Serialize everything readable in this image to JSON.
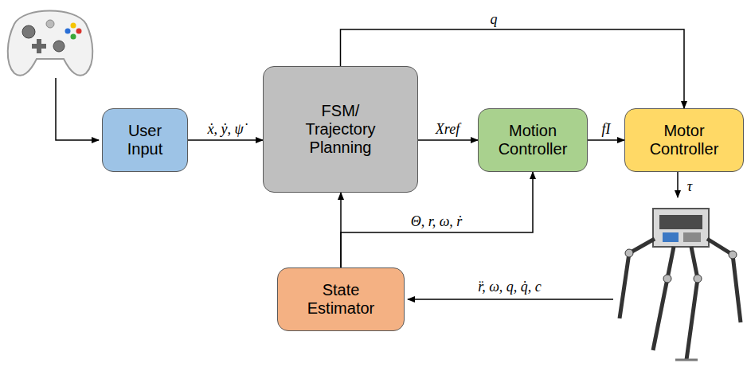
{
  "diagram": {
    "nodes": [
      {
        "text": [
          "User Input"
        ]
      },
      {
        "text": [
          "FSM/ Trajectory Planning"
        ]
      },
      {
        "text": [
          "Motion Controller"
        ]
      },
      {
        "text": [
          "Motor Controller"
        ]
      },
      {
        "text": [
          "State Estimator"
        ]
      }
    ],
    "edges": [
      {
        "from": 0,
        "to": 1,
        "label": "ẋ, ẏ, ψ̇",
        "arrow": "to"
      },
      {
        "from": 1,
        "to": 2,
        "label": "Xref",
        "arrow": "to"
      },
      {
        "from": 2,
        "to": 3,
        "label": "fI",
        "arrow": "to"
      },
      {
        "from": 1,
        "to": 3,
        "label": "q",
        "arrow": "to"
      },
      {
        "from": 4,
        "to": 1,
        "arrow": "to"
      },
      {
        "from": 4,
        "to": 2,
        "label": "Θ, r, ω, ṙ",
        "arrow": "to"
      }
    ],
    "labels": [
      "τ",
      "r̈, ω, q, q̇, c"
    ]
  }
}
